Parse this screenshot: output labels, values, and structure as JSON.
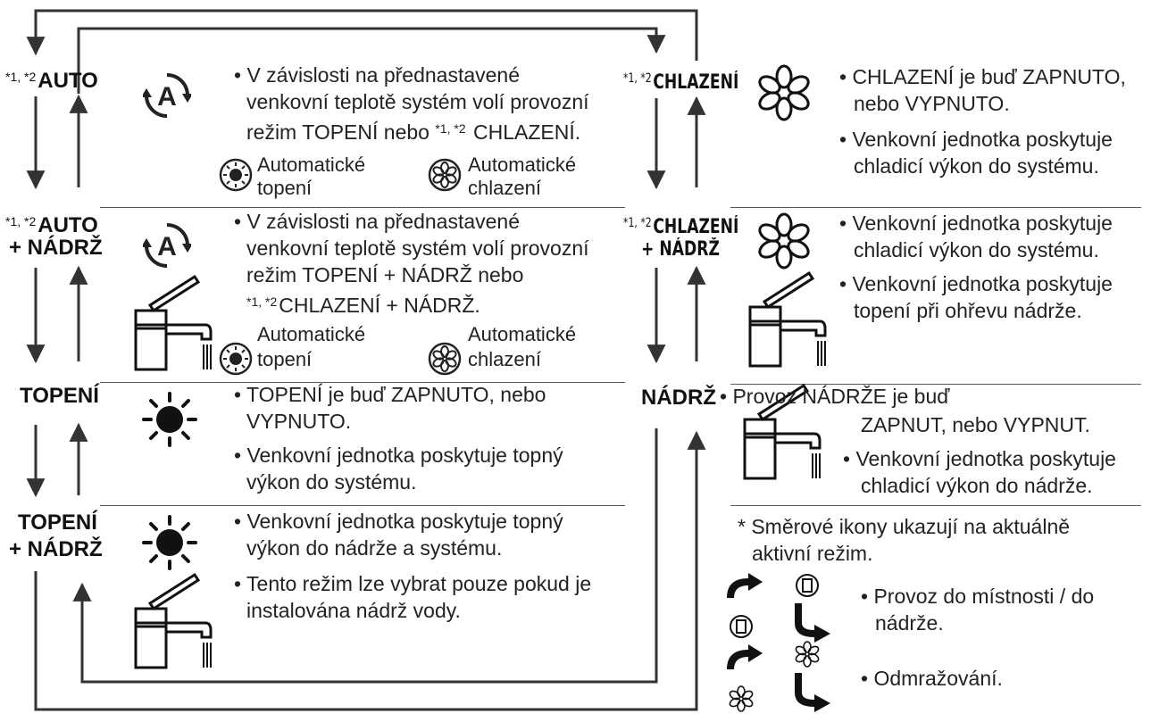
{
  "modes": {
    "auto": {
      "sup": "*1, *2",
      "name": "AUTO"
    },
    "auto_tank": {
      "sup": "*1, *2",
      "line1": "AUTO",
      "line2": "+ NÁDRŽ"
    },
    "heat": {
      "name": "TOPENÍ"
    },
    "heat_tank": {
      "line1": "TOPENÍ",
      "line2": "+ NÁDRŽ"
    },
    "cool": {
      "sup": "*1, *2",
      "name": "CHLAZENÍ"
    },
    "cool_tank": {
      "sup": "*1, *2",
      "line1": "CHLAZENÍ",
      "line2": "+ NÁDRŽ"
    },
    "tank": {
      "name": "NÁDRŽ"
    }
  },
  "auto_desc": {
    "line1": "• V závislosti na přednastavené",
    "line2": "venkovní teplotě systém volí provozní",
    "line3_pre": "režim TOPENÍ nebo ",
    "line3_sup": "*1, *2",
    "line3_post": " CHLAZENÍ."
  },
  "auto_tank_desc": {
    "line1": "• V závislosti na přednastavené",
    "line2": "venkovní teplotě systém volí provozní",
    "line3": "režim TOPENÍ + NÁDRŽ nebo",
    "line4_sup": "*1, *2",
    "line4_post": "CHLAZENÍ + NÁDRŽ."
  },
  "auto_labels": {
    "heat1": "Automatické",
    "heat2": "topení",
    "cool1": "Automatické",
    "cool2": "chlazení"
  },
  "heat_desc": {
    "b1l1": "• TOPENÍ je buď ZAPNUTO, nebo",
    "b1l2": "VYPNUTO.",
    "b2l1": "• Venkovní jednotka poskytuje topný",
    "b2l2": "výkon do systému."
  },
  "heat_tank_desc": {
    "b1l1": "• Venkovní jednotka poskytuje topný",
    "b1l2": "výkon do nádrže a systému.",
    "b2l1": "• Tento režim lze vybrat pouze pokud je",
    "b2l2": "instalována nádrž vody."
  },
  "cool_desc": {
    "b1l1": "• CHLAZENÍ je buď ZAPNUTO,",
    "b1l2": "nebo VYPNUTO.",
    "b2l1": "• Venkovní jednotka poskytuje",
    "b2l2": "chladicí výkon do systému."
  },
  "cool_tank_desc": {
    "b1l1": "• Venkovní jednotka poskytuje",
    "b1l2": "chladicí výkon do systému.",
    "b2l1": "• Venkovní jednotka poskytuje",
    "b2l2": "topení při ohřevu nádrže."
  },
  "tank_desc": {
    "b1l1": "• Provoz NÁDRŽE je buď",
    "b1l2": "ZAPNUT, nebo VYPNUT.",
    "b2l1": "• Venkovní jednotka poskytuje",
    "b2l2": "chladicí výkon do nádrže."
  },
  "note": {
    "line1": "* Směrové ikony ukazují na aktuálně",
    "line2": "aktivní režim.",
    "room_l1": "• Provoz do místnosti / do",
    "room_l2": "nádrže.",
    "defrost": "• Odmražování."
  }
}
